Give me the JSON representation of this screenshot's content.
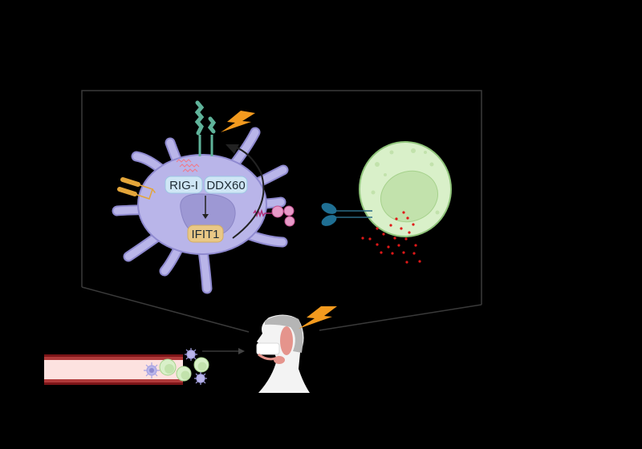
{
  "diagram": {
    "labels": {
      "rig_i": "RIG-I",
      "ddx60": "DDX60",
      "ifit1": "IFIT1"
    },
    "colors": {
      "background": "#000000",
      "dendritic_cell": "#b9b5e9",
      "nucleus": "#9d98d4",
      "protein_box": "#cfe6f5",
      "ifit1_box": "#e9c886",
      "t_cell": "#d9f0c9",
      "lightning": "#f39a1e",
      "vessel": "#8b1a1a"
    }
  }
}
